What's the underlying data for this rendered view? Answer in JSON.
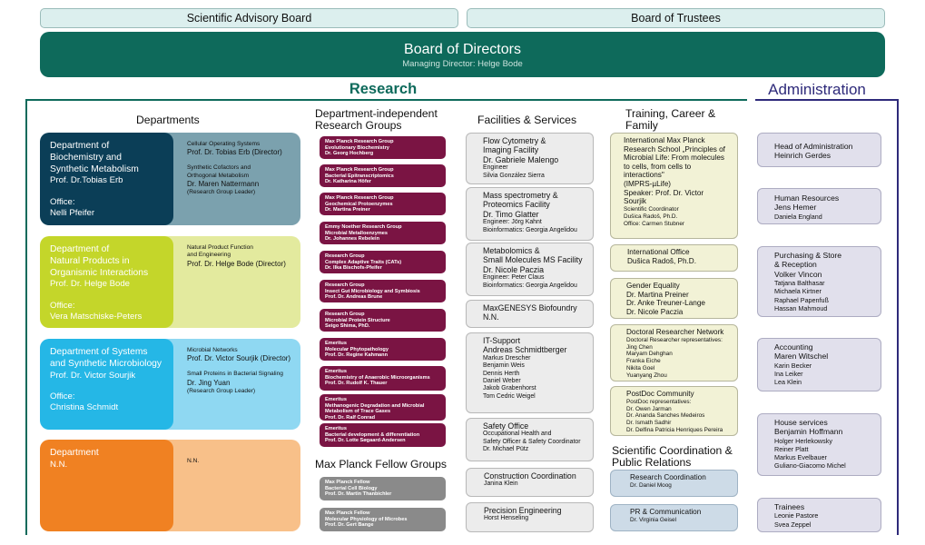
{
  "top": {
    "sab": "Scientific Advisory Board",
    "bot": "Board of Trustees"
  },
  "bod": {
    "title": "Board of Directors",
    "subtitle": "Managing Director: Helge Bode"
  },
  "sections": {
    "research": "Research",
    "admin": "Administration"
  },
  "headings": {
    "departments": "Departments",
    "dirg_1": "Department-independent",
    "dirg_2": "Research Groups",
    "facilities": "Facilities & Services",
    "training_1": "Training, Career &",
    "training_2": "Family",
    "fellow": "Max Planck Fellow Groups",
    "sci_1": "Scientific Coordination &",
    "sci_2": "Public Relations"
  },
  "departments": [
    {
      "n1": "Department of",
      "n2": "Biochemistry and",
      "n3": "Synthetic Metabolism",
      "head": "Prof. Dr.Tobias Erb",
      "office_label": "Office:",
      "office": "Nelli Pfeifer",
      "g1_title": "Cellular Operating Systems",
      "g1_head": "Prof. Dr. Tobias Erb (Director)",
      "g2_title_1": "Synthetic Cofactors and",
      "g2_title_2": "Orthogonal Metabolism",
      "g2_head": "Dr. Maren Nattermann",
      "g2_role": "(Research Group Leader)"
    },
    {
      "n1": "Department of",
      "n2": "Natural Products in",
      "n3": "Organismic Interactions",
      "head": "Prof. Dr. Helge Bode",
      "office_label": "Office:",
      "office": "Vera Matschiske-Peters",
      "g1_title": "Natural Product Function",
      "g1_sub": "and Engineering",
      "g1_head": "Prof. Dr. Helge Bode (Director)"
    },
    {
      "n1": "Department of Systems",
      "n2": "and Synthetic Microbiology",
      "head": "Prof. Dr. Victor Sourjik",
      "office_label": "Office:",
      "office": "Christina Schmidt",
      "g1_title": "Microbial Networks",
      "g1_head": "Prof. Dr. Victor Sourjik (Director)",
      "g2_title": "Small Proteins in Bacterial Signaling",
      "g2_head": "Dr. Jing Yuan",
      "g2_role": "(Research Group Leader)"
    },
    {
      "n1": "Department",
      "n2": "N.N.",
      "r": "N.N."
    }
  ],
  "research_groups": [
    {
      "l1": "Max Planck Research Group",
      "l2": "Evolutionary Biochemistry",
      "l3": "Dr. Georg Hochberg"
    },
    {
      "l1": "Max Planck Research Group",
      "l2": "Bacterial Epitranscriptomics",
      "l3": "Dr. Katharina Höfer"
    },
    {
      "l1": "Max Planck Research Group",
      "l2": "Geochemical Protoenzymes",
      "l3": "Dr. Martina Preiner"
    },
    {
      "l1": "Emmy Noether Research Group",
      "l2": "Microbial Metalloenzymes",
      "l3": "Dr. Johannes Rebelein"
    },
    {
      "l1": "Research Group",
      "l2": "Complex Adaptive Traits (CATs)",
      "l3": "Dr. Ilka Bischofs-Pfeifer"
    },
    {
      "l1": "Research Group",
      "l2": "Insect Gut Microbiology and Symbiosis",
      "l3": "Prof. Dr. Andreas Brune"
    },
    {
      "l1": "Research Group",
      "l2": "Microbial Protein Structure",
      "l3": "Seigo Shima, PhD."
    },
    {
      "l1": "Emeritus",
      "l2": "Molecular Phytopathology",
      "l3": "Prof. Dr. Regine Kahmann"
    },
    {
      "l1": "Emeritus",
      "l2": "Biochemistry of Anaerobic Microorganisms",
      "l3": "Prof. Dr. Rudolf K. Thauer"
    },
    {
      "l1": "Emeritus",
      "l2": "Methanogenic Degradation and Microbial",
      "l3": "Metabolism of Trace Gases",
      "l4": "Prof. Dr. Ralf Conrad"
    },
    {
      "l1": "Emeritus",
      "l2": "Bacterial development & differentiation",
      "l3": "Prof. Dr. Lotte Søgaard-Andersen"
    }
  ],
  "fellows": [
    {
      "l1": "Max Planck Fellow",
      "l2": "Bacterial Cell Biology",
      "l3": "Prof. Dr. Martin Thanbichler"
    },
    {
      "l1": "Max Planck Fellow",
      "l2": "Molecular Physiology of Microbes",
      "l3": "Prof. Dr. Gert Bange"
    }
  ],
  "facilities": [
    {
      "l1": "Flow Cytometry &",
      "l2": "Imaging Facility",
      "l3": "Dr. Gabriele Malengo",
      "s1": "Engineer",
      "s2": "Silvia González Sierra"
    },
    {
      "l1": "Mass spectrometry &",
      "l2": "Proteomics Facility",
      "l3": "Dr. Timo Glatter",
      "s1": "Engineer: Jörg Kahnt",
      "s2": "Bioinformatics: Georgia Angelidou"
    },
    {
      "l1": "Metabolomics &",
      "l2": "Small Molecules MS Facility",
      "l3": "Dr. Nicole Paczia",
      "s1": "Engineer: Peter Claus",
      "s2": "Bioinformatics: Georgia Angelidou"
    },
    {
      "l1": "MaxGENESYS Biofoundry",
      "l2": "N.N."
    },
    {
      "l1": "IT-Support",
      "l2": "Andreas Schmidtberger",
      "s": [
        "Markus Drescher",
        "Benjamin Weis",
        "Dennis Herth",
        "Daniel Weber",
        "Jakob Grabenhorst",
        "Tom Cedric Weigel"
      ]
    },
    {
      "l1": "Safety Office",
      "s1": "Occupational Health and",
      "s2": "Safety Officer & Safety Coordinator",
      "s3": "Dr. Michael Pütz"
    },
    {
      "l1": "Construction Coordination",
      "s1": "Janina Klein"
    },
    {
      "l1": "Precision Engineering",
      "s1": "Horst Henseling"
    }
  ],
  "training": [
    {
      "lines": [
        "International Max Planck",
        "Research School „Principles of",
        "Microbial Life: From molecules",
        "to cells, from cells to",
        "interactions\"",
        "(IMPRS-µLife)",
        "Speaker: Prof. Dr. Victor Sourjik"
      ],
      "small": [
        "Scientific Coordinator",
        "Dušica Radoš, Ph.D.",
        "Office: Carmen Stubner"
      ]
    },
    {
      "lines": [
        "International Office",
        "Dušica Radoš, Ph.D."
      ],
      "small": []
    },
    {
      "lines": [
        "Gender Equality",
        "Dr. Martina Preiner",
        "Dr. Anke Treuner-Lange",
        "Dr. Nicole Paczia"
      ],
      "small": []
    },
    {
      "lines": [
        "Doctoral Researcher Network"
      ],
      "small": [
        "Doctoral Researcher representatives:",
        "Jing Chen",
        "Maryam Dehghan",
        "Franka Eiche",
        "Nikita Goel",
        "Yuanyang Zhou"
      ]
    },
    {
      "lines": [
        "PostDoc Community"
      ],
      "small": [
        "PostDoc representatives:",
        "Dr. Owen Jarman",
        "Dr. Ananda Sanches Medeiros",
        "Dr. Ismath Sadhir",
        "Dr. Delfina Patricia Henriques Pereira"
      ]
    },
    {
      "lines": [
        "Research Coordination"
      ],
      "small": [
        "Dr. Daniel Moog"
      ]
    },
    {
      "lines": [
        "PR & Communication"
      ],
      "small": [
        "Dr. Virginia Geisel"
      ]
    }
  ],
  "admin": [
    {
      "l1": "Head of Administration",
      "l2": "Heinrich Gerdes",
      "s": []
    },
    {
      "l1": "Human Resources",
      "l2": "Jens Hemer",
      "s": [
        "Daniela England"
      ]
    },
    {
      "l1": "Purchasing & Store",
      "l2": "& Reception",
      "l3": "Volker Vincon",
      "s": [
        "Tatjana Balthasar",
        "Michaela Kirtner",
        "Raphael Papenfuß",
        "Hassan Mahmoud"
      ]
    },
    {
      "l1": "Accounting",
      "l2": "Maren Witschel",
      "s": [
        "Karin Becker",
        "Ina Leiker",
        "Lea Klein"
      ]
    },
    {
      "l1": "House services",
      "l2": "Benjamin Hoffmann",
      "s": [
        "Holger Herlekowsky",
        "Reiner Platt",
        "Markus Evelbauer",
        "Guliano-Giacomo Michel"
      ]
    },
    {
      "l1": "Trainees",
      "s": [
        "Leonie Pastore",
        "Svea Zeppel"
      ]
    }
  ],
  "colors": {
    "teal": "#0e6a5b",
    "admin_line": "#2e2a7a",
    "dept1": "#0b3e57",
    "dept2": "#c4d62a",
    "dept3": "#25b7e6",
    "dept4": "#f08122",
    "rg": "#7a1443"
  }
}
